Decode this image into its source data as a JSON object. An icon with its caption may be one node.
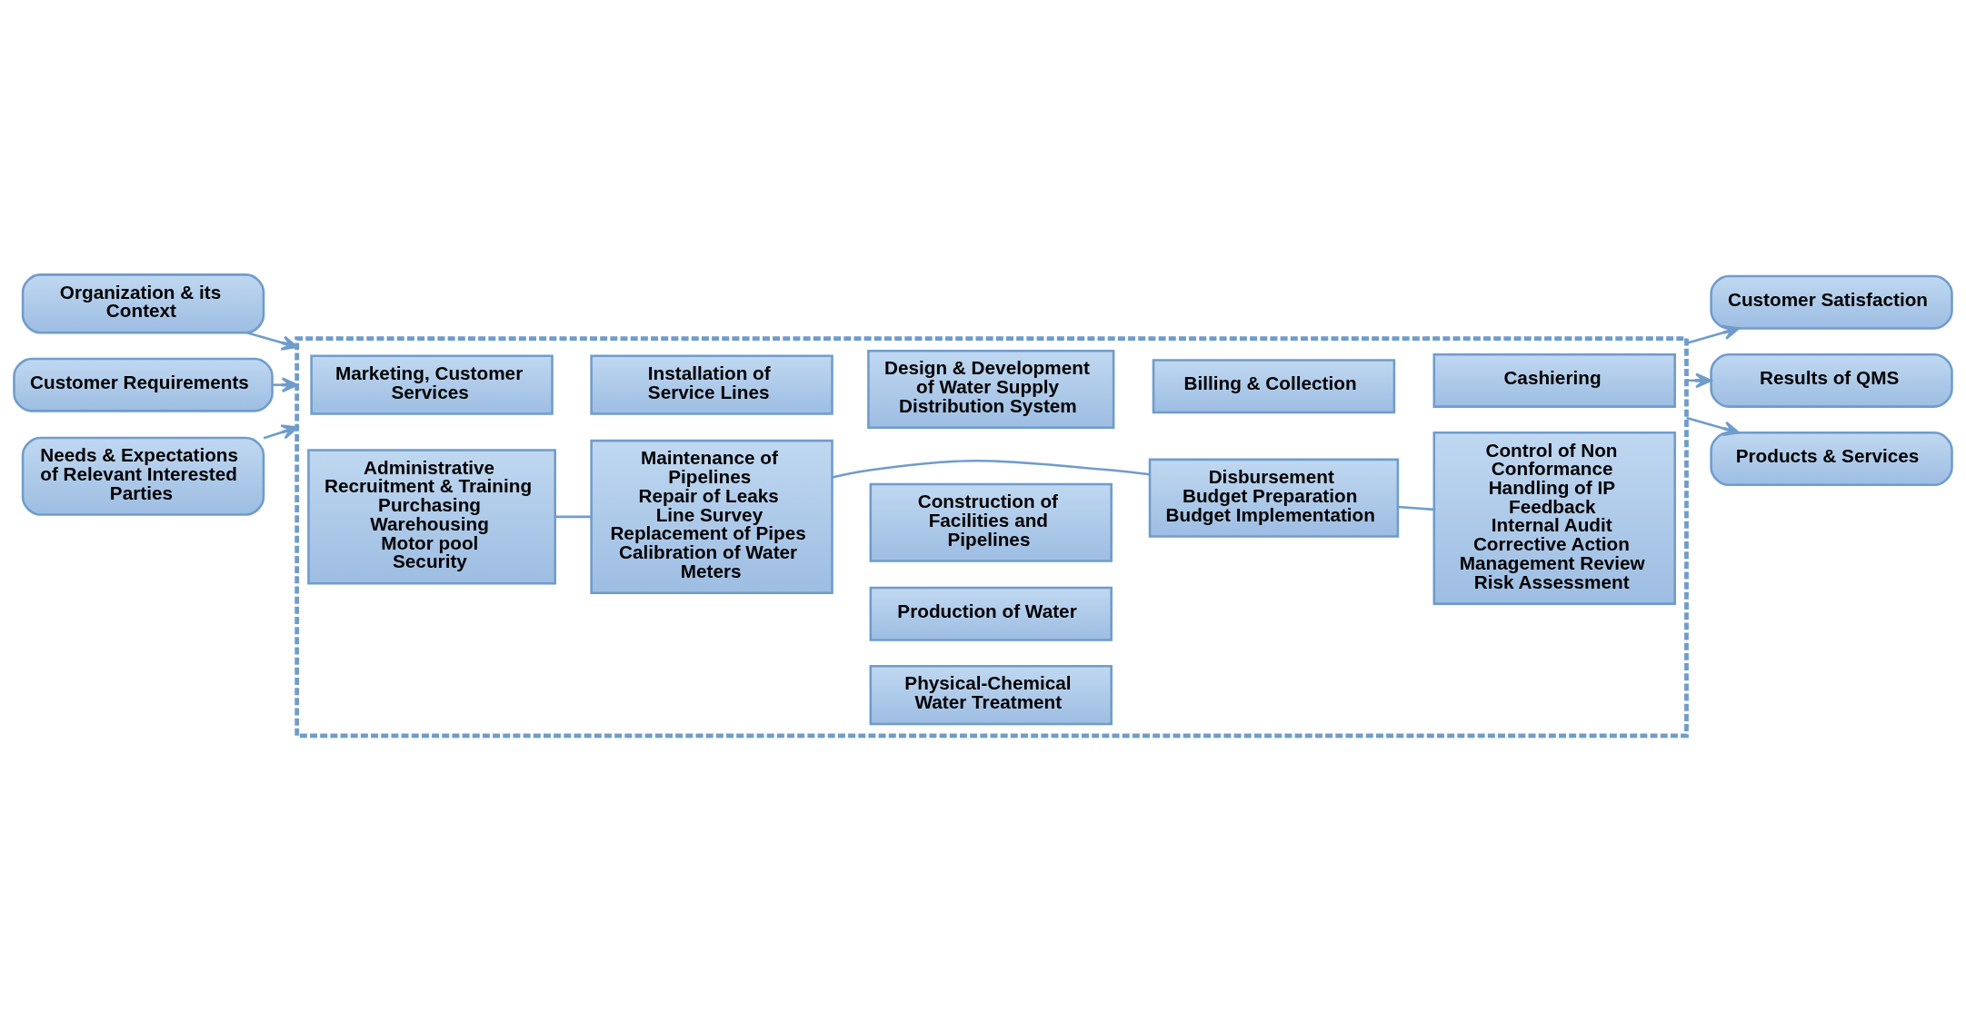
{
  "diagram": {
    "nodes": [
      {
        "text": [
          "Organization & its Context"
        ]
      },
      {
        "text": [
          "Customer Requirements"
        ]
      },
      {
        "text": [
          "Needs & Expectations of Relevant Interested Parties"
        ]
      },
      {
        "text": [],
        "shape": "box"
      },
      {
        "text": [
          "Design & Development of Water Supply Distribution System"
        ],
        "in": 3
      },
      {
        "text": [
          "Construction of Facilities and Pipelines"
        ],
        "in": 3
      },
      {
        "text": [
          "Marketing, Customer Services"
        ],
        "in": 3
      },
      {
        "text": [
          "Installation of Service Lines"
        ],
        "in": 3
      },
      {
        "text": [
          "Production of Water"
        ],
        "in": 3
      },
      {
        "text": [
          "Billing & Collection"
        ],
        "in": 3
      },
      {
        "text": [
          "Cashiering"
        ],
        "in": 3
      },
      {
        "text": [
          "Physical-Chemical Water Treatment"
        ],
        "in": 3
      },
      {
        "text": [
          "Administrative",
          "Recruitment & Training",
          "Purchasing",
          "Warehousing",
          "Motor pool",
          "Security"
        ],
        "in": 3
      },
      {
        "text": [
          "Maintenance of Pipelines",
          "Repair of Leaks",
          "Line Survey",
          "Replacement of Pipes",
          "Calibration of Water Meters"
        ],
        "in": 3
      },
      {
        "text": [
          "Disbursement",
          "Budget Preparation",
          "Budget Implementation"
        ],
        "in": 3
      },
      {
        "text": [
          "Control of Non Conformance",
          "Handling of IP Feedback",
          "Internal Audit",
          "Corrective Action",
          "Management Review",
          "Risk Assessment"
        ],
        "in": 3
      },
      {
        "text": [
          "Customer Satisfaction"
        ]
      },
      {
        "text": [
          "Results of QMS"
        ]
      },
      {
        "text": [
          "Products & Services"
        ]
      }
    ],
    "edges": [
      {
        "from": 0,
        "to": 3,
        "arrow": "to"
      },
      {
        "from": 1,
        "to": 3,
        "arrow": "to"
      },
      {
        "from": 2,
        "to": 3,
        "arrow": "to"
      },
      {
        "from": 3,
        "to": 16,
        "arrow": "to"
      },
      {
        "from": 3,
        "to": 17,
        "arrow": "to"
      },
      {
        "from": 3,
        "to": 18,
        "arrow": "to"
      },
      {
        "from": 12,
        "to": 13,
        "arrow": "none"
      },
      {
        "from": 13,
        "to": 14,
        "arrow": "none"
      },
      {
        "from": 14,
        "to": 15,
        "arrow": "none"
      }
    ]
  }
}
